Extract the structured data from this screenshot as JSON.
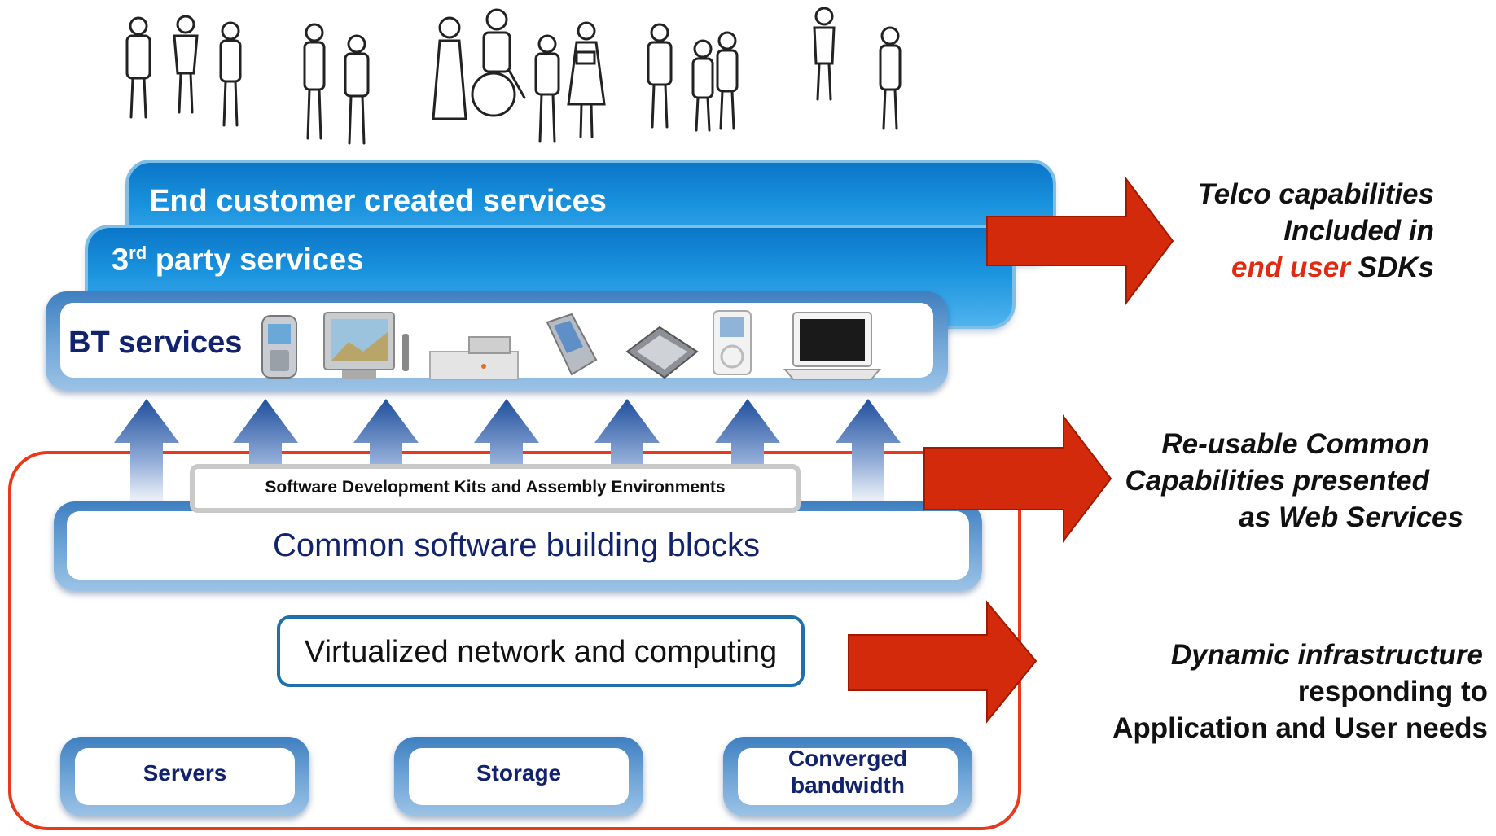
{
  "layers": {
    "end_customer": "End customer created services",
    "third_party_prefix": "3",
    "third_party_sup": "rd",
    "third_party_suffix": " party services",
    "bt_services": "BT services"
  },
  "devices": [
    {
      "name": "mobile-phone-icon"
    },
    {
      "name": "television-icon"
    },
    {
      "name": "set-top-box-icon"
    },
    {
      "name": "pda-icon"
    },
    {
      "name": "tablet-icon"
    },
    {
      "name": "media-player-icon"
    },
    {
      "name": "laptop-icon"
    }
  ],
  "sdk_label": "Software Development Kits and Assembly Environments",
  "common_blocks": "Common software building blocks",
  "virtualized": "Virtualized network and computing",
  "infrastructure": {
    "servers": "Servers",
    "storage": "Storage",
    "bandwidth_line1": "Converged",
    "bandwidth_line2": "bandwidth"
  },
  "statements": {
    "telco_line1": "Telco capabilities",
    "telco_line2": "Included in",
    "telco_line3_red": "end user",
    "telco_line3_rest": " SDKs",
    "reusable_line1": "Re-usable Common",
    "reusable_line2": "Capabilities presented",
    "reusable_line3": "as Web Services",
    "dynamic_line1": "Dynamic infrastructure",
    "dynamic_line2": "responding to",
    "dynamic_line3": "Application and User needs"
  },
  "colors": {
    "layer_blue": "#1a93de",
    "navy_text": "#12236e",
    "arrow_red": "#d42a0c",
    "outline_red": "#e8391c",
    "highlight_red": "#e02a12"
  }
}
